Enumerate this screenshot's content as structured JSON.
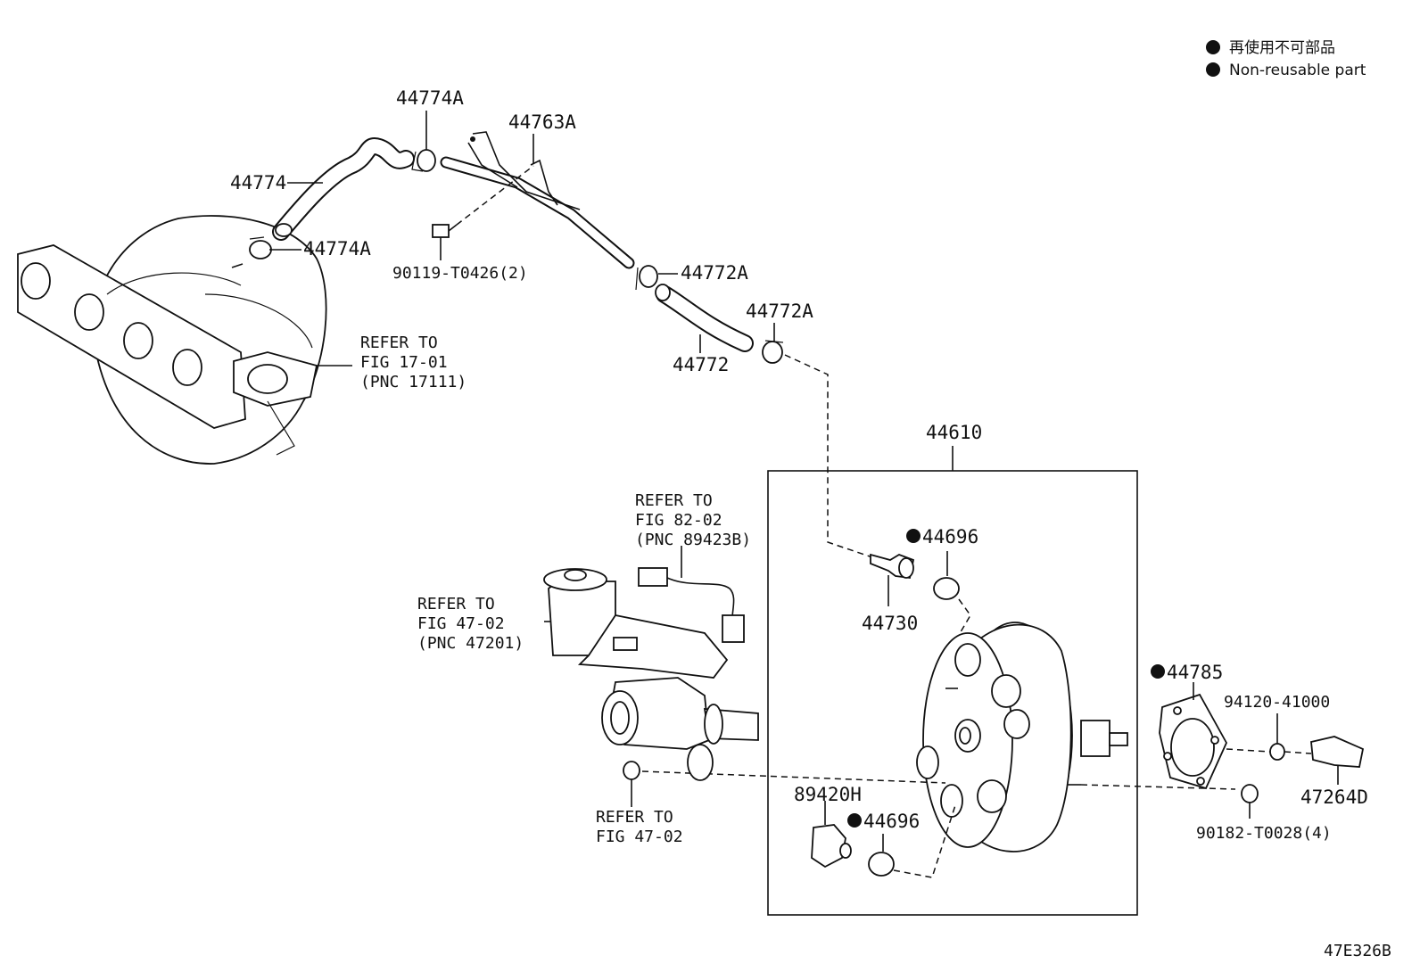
{
  "legend": {
    "line1": "再使用不可部品",
    "line2": "Non-reusable part"
  },
  "labels": {
    "p44774A_top": "44774A",
    "p44763A": "44763A",
    "p44774": "44774",
    "p44774A_low": "44774A",
    "p90119": "90119-T0426(2)",
    "p44772A_a": "44772A",
    "p44772A_b": "44772A",
    "p44772": "44772",
    "p44610": "44610",
    "p44696_a": "44696",
    "p44730": "44730",
    "p44785": "44785",
    "p94120": "94120-41000",
    "p47264D": "47264D",
    "p90182": "90182-T0028(4)",
    "p89420H": "89420H",
    "p44696_b": "44696"
  },
  "refs": {
    "manifold": [
      "REFER TO",
      "FIG 17-01",
      "(PNC 17111)"
    ],
    "sensor": [
      "REFER TO",
      "FIG 82-02",
      "(PNC 89423B)"
    ],
    "reservoir": [
      "REFER TO",
      "FIG 47-02",
      "(PNC 47201)"
    ],
    "mastercyl": [
      "REFER TO",
      "FIG 47-02"
    ]
  },
  "figure_code": "47E326B"
}
